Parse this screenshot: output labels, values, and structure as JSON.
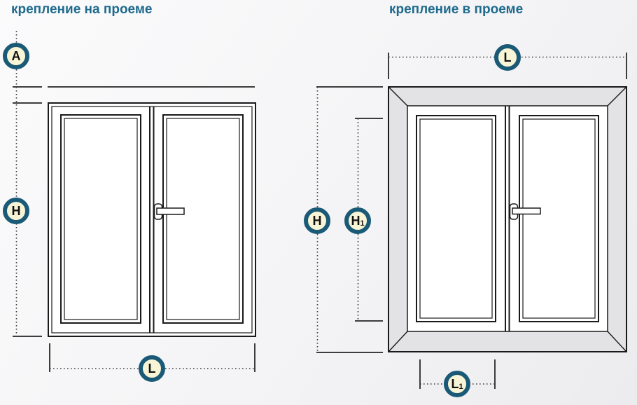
{
  "theme": {
    "accent": "#1a5a77",
    "badge_fill": "#f8f4d6",
    "title_color": "#1e6a8d",
    "line_color": "#1a1a1a",
    "dim_color": "#3d3d3d",
    "wall_fill": "#e3e3e6"
  },
  "left_diagram": {
    "title": "крепление на проеме",
    "labels": {
      "a": {
        "main": "A",
        "sub": ""
      },
      "h": {
        "main": "H",
        "sub": ""
      },
      "l": {
        "main": "L",
        "sub": ""
      }
    }
  },
  "right_diagram": {
    "title": "крепление в проеме",
    "labels": {
      "l": {
        "main": "L",
        "sub": ""
      },
      "h": {
        "main": "H",
        "sub": ""
      },
      "h1": {
        "main": "H",
        "sub": "1"
      },
      "l1": {
        "main": "L",
        "sub": "1"
      }
    }
  }
}
